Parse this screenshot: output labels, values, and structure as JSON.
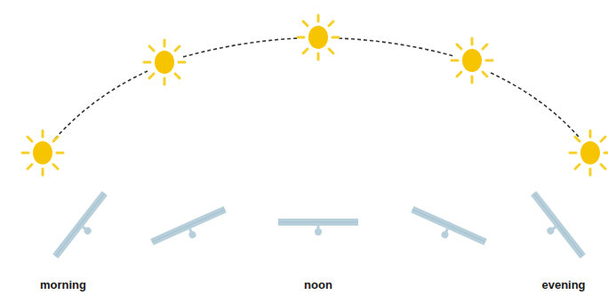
{
  "diagram": {
    "labels": [
      "morning",
      "noon",
      "evening"
    ]
  }
}
